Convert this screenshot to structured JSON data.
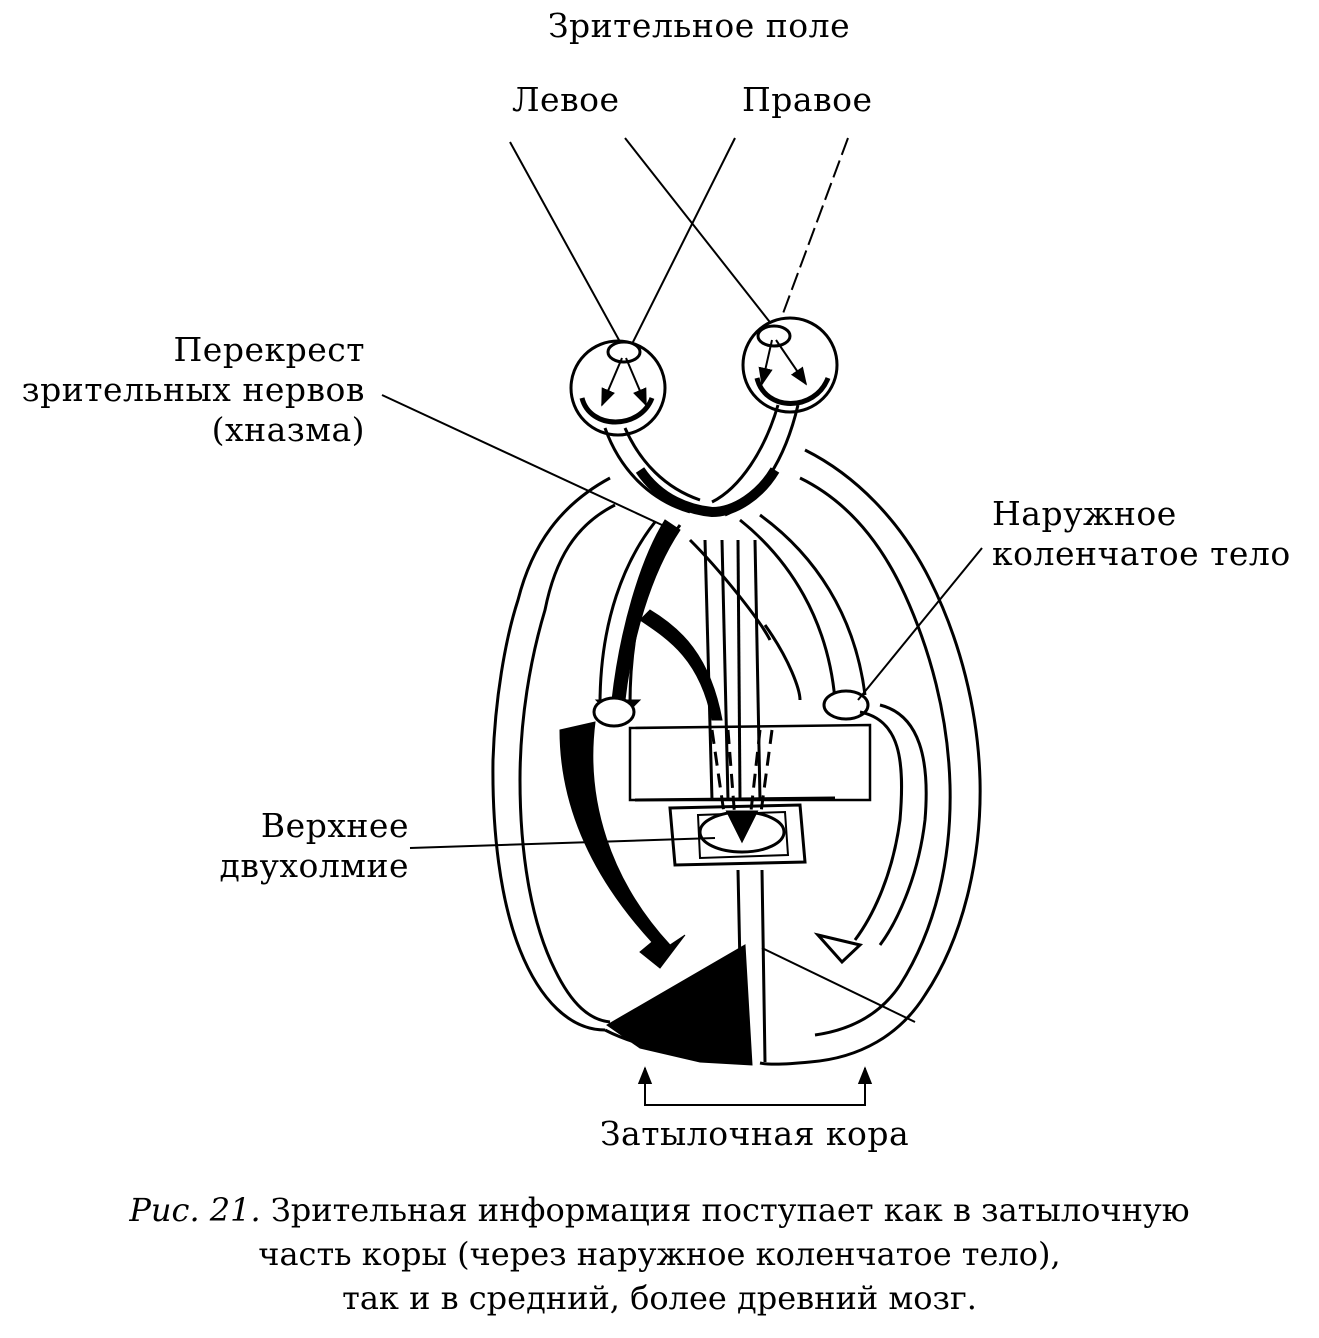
{
  "labels": {
    "visual_field": "Зрительное поле",
    "left": "Левое",
    "right": "Правое",
    "chiasm_line1": "Перекрест",
    "chiasm_line2": "зрительных нервов",
    "chiasm_line3": "(хназма)",
    "lgn_line1": "Наружное",
    "lgn_line2": "коленчатое тело",
    "colliculus_line1": "Верхнее",
    "colliculus_line2": "двухолмие",
    "occipital": "Затылочная кора"
  },
  "caption": {
    "fig_ref": "Рис. 21.",
    "line1_rest": " Зрительная информация поступает как в затылочную",
    "line2": "часть коры (через наружное коленчатое тело),",
    "line3": "так и в средний, более древний мозг."
  },
  "colors": {
    "ink": "#000000",
    "paper": "#ffffff"
  }
}
